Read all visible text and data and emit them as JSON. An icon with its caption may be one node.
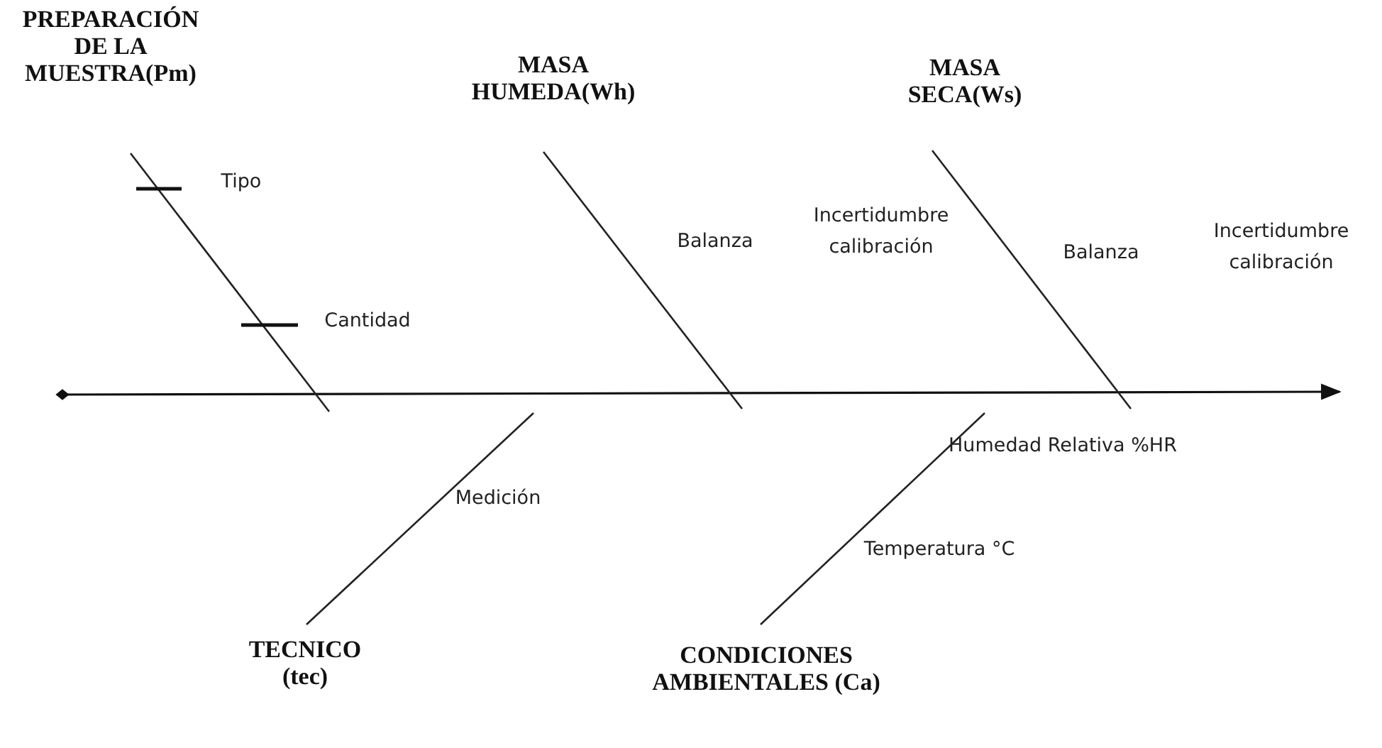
{
  "diagram": {
    "nodes": [
      {
        "text": [
          "PREPARACIÓN DE LA MUESTRA(Pm)"
        ]
      },
      {
        "text": [
          "MASA HUMEDA(Wh)"
        ]
      },
      {
        "text": [
          "MASA SECA(Ws)"
        ]
      },
      {
        "text": [
          "TECNICO (tec)"
        ]
      },
      {
        "text": [
          "CONDICIONES AMBIENTALES (Ca)"
        ]
      }
    ],
    "edges": [
      {
        "from": 0,
        "to": null,
        "arrow": "none"
      },
      {
        "from": 1,
        "to": null,
        "arrow": "none"
      },
      {
        "from": 2,
        "to": null,
        "arrow": "none"
      },
      {
        "from": 3,
        "to": null,
        "arrow": "none"
      },
      {
        "from": 4,
        "to": null,
        "arrow": "none"
      }
    ],
    "labels": [
      "Tipo",
      "Balanza",
      "Incertidumbre calibración",
      "Balanza",
      "Incertidumbre calibración",
      "Cantidad",
      "Humedad Relativa %HR",
      "Medición",
      "Temperatura °C"
    ]
  }
}
